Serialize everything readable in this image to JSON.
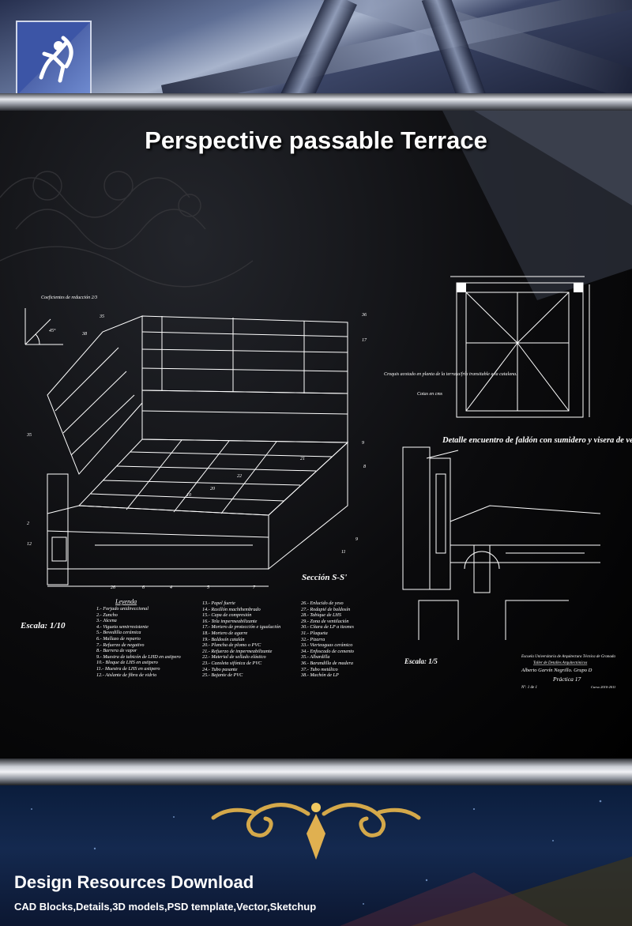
{
  "title": "Perspective passable Terrace",
  "drawing": {
    "coef_label": "Coeficientes de reducción 2/3",
    "angle_label": "45°",
    "scale_left": "Escala: 1/10",
    "section_label": "Sección S-S'",
    "legend_title": "Leyenda",
    "sketch_note": "Croquis acotado en planta de la terraza/fría transitable a la catalana.",
    "sketch_note_sub": "Cotas en cms",
    "detail_title": "Detalle encuentro de faldón con sumidero y visera de ventilación.",
    "scale_right": "Escala: 1/5",
    "school": "Escuela Universitaria de Arquitectura Técnica de Granada",
    "course_line": "Taller de Detalles Arquitectónicos",
    "author": "Alberto Garvín Negrillo. Grupo D",
    "practice": "Práctica 17",
    "sheet": "Nº: 1 de 1",
    "year": "Curso 2010-2011",
    "legend_col1": [
      "1.- Forjado unidireccional",
      "2.- Zuncho",
      "3.- Jácena",
      "4.- Vigueta semirresistente",
      "5.- Bovedilla cerámica",
      "6.- Mallazo de reparto",
      "7.- Refuerzo de negativo",
      "8.- Barrera de vapor",
      "9.- Muestra de tabicón de LHD en astipero",
      "10.- Bloque de LHS en astipero",
      "11.- Muestra de LHS en astipero",
      "12.- Aislante de fibra de vidrio"
    ],
    "legend_col2": [
      "13.- Papel fuerte",
      "14.- Rasillón machihembrado",
      "15.- Capa de compresión",
      "16.- Tela impermeabilizante",
      "17.- Mortero de protección e igualación",
      "18.- Mortero de agarre",
      "19.- Baldosín catalán",
      "20.- Plancha de plomo o PVC",
      "21.- Refuerzo de impermeabilizante",
      "22.- Material de sellado elástico",
      "23.- Cazoleta sifónica de PVC",
      "24.- Tubo pasante",
      "25.- Bajante de PVC"
    ],
    "legend_col3": [
      "26.- Enlucido de yeso",
      "27.- Rodapié de baldosín",
      "28.- Tabique de LHS",
      "29.- Zona de ventilación",
      "30.- Cítara de LP a tizones",
      "31.- Plaqueta",
      "32.- Pizarra",
      "33.- Vierteaguas cerámico",
      "34.- Enfoscado de cemento",
      "35.- Albardilla",
      "36.- Barandilla de madera",
      "37.- Tubo metálico",
      "38.- Machón de LP"
    ]
  },
  "footer": {
    "title": "Design Resources Download",
    "subtitle": "CAD Blocks,Details,3D models,PSD template,Vector,Sketchup"
  }
}
